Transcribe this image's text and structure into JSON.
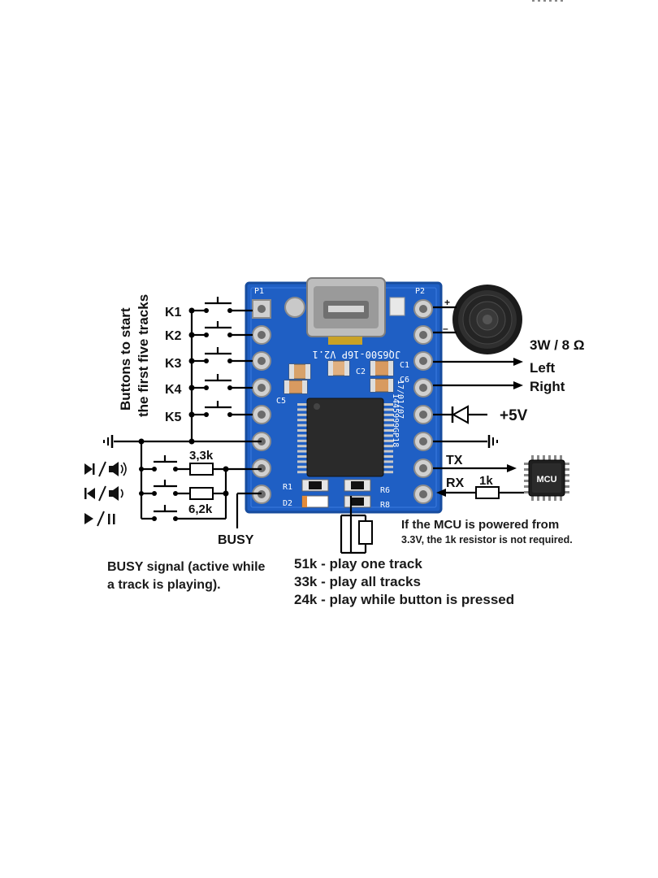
{
  "buttons_caption": [
    "Buttons to start",
    "the first five tracks"
  ],
  "keys": [
    "K1",
    "K2",
    "K3",
    "K4",
    "K5"
  ],
  "speaker": {
    "rating": "3W / 8 Ω",
    "plus": "+",
    "minus": "–"
  },
  "audio_out": {
    "left": "Left",
    "right": "Right"
  },
  "power": "+5V",
  "serial": {
    "tx": "TX",
    "rx": "RX",
    "resistor": "1k"
  },
  "mcu_label": "MCU",
  "mcu_note": [
    "If the MCU is powered from",
    "3.3V, the 1k resistor is not required."
  ],
  "control_resistors": [
    "3,3k",
    "6,2k"
  ],
  "busy": {
    "label": "BUSY",
    "note": [
      "BUSY signal (active while",
      "a track is playing)."
    ]
  },
  "mode_resistors": [
    "51k - play one track",
    "33k - play all tracks",
    "24k - play while button is pressed"
  ],
  "pcb": {
    "model": "JQ6500-16P V2.1",
    "chip_marks": [
      "17/01/07",
      "1445999GP18"
    ],
    "connectors": [
      "P1",
      "P2"
    ],
    "parts": [
      "C5",
      "C1",
      "C2",
      "C6",
      "R1",
      "D2",
      "R6",
      "R8"
    ]
  },
  "colors": {
    "pcb": "#1f5fc4",
    "pcb_edge": "#174c9e",
    "pad": "#c9c9c9",
    "chip": "#2a2a2a",
    "wire": "#000000"
  }
}
